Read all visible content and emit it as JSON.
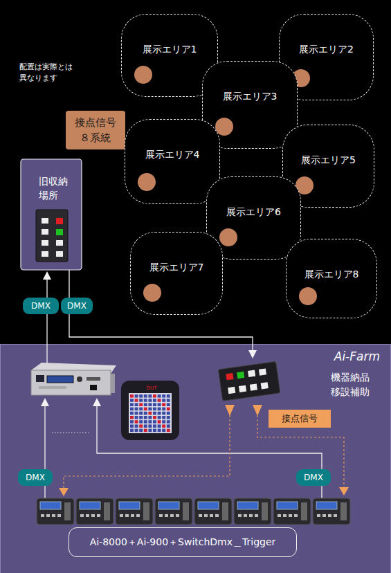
{
  "diagram": {
    "nodes": [
      {
        "text": [
          "展示エリア1"
        ]
      },
      {
        "text": [
          "展示エリア2"
        ]
      },
      {
        "text": [
          "展示エリア3"
        ]
      },
      {
        "text": [
          "接点信号 ８系統"
        ]
      },
      {
        "text": [
          "展示エリア4"
        ]
      },
      {
        "text": [
          "展示エリア5"
        ]
      },
      {
        "text": [
          "旧収納 場所"
        ]
      },
      {
        "text": [
          "展示エリア6"
        ]
      },
      {
        "text": [
          "展示エリア7"
        ]
      },
      {
        "text": [
          "展示エリア8"
        ]
      },
      {
        "text": [
          "Ai-Farm",
          "機器納品 移設補助"
        ]
      },
      {
        "text": [
          "接点信号"
        ],
        "in": 10
      },
      {
        "text": [
          "Ai-8000＋Ai-900＋SwitchDmx＿Trigger"
        ],
        "in": 10
      }
    ],
    "labels": [
      "配置は実際とは 異なります",
      "DMX",
      "DMX",
      "OUT",
      "DMX",
      "DMX"
    ]
  }
}
